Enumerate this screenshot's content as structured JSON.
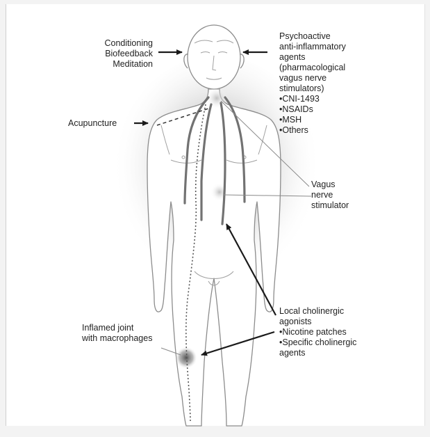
{
  "labels": {
    "conditioning": [
      "Conditioning",
      "Biofeedback",
      "Meditation"
    ],
    "psychoactive": [
      "Psychoactive",
      "anti-inflammatory",
      "agents",
      "(pharmacological",
      "vagus nerve",
      "stimulators)",
      "•CNI-1493",
      "•NSAIDs",
      "•MSH",
      "•Others"
    ],
    "acupuncture": [
      "Acupuncture"
    ],
    "vagus_stimulator": [
      "Vagus",
      "nerve",
      "stimulator"
    ],
    "local_cholinergic": [
      "Local cholinergic",
      "agonists",
      "•Nicotine patches",
      "•Specific cholinergic",
      "agents"
    ],
    "inflamed_joint": [
      "Inflamed joint",
      "with macrophages"
    ]
  },
  "colors": {
    "figure_outline": "#9a9a9a",
    "nerve": "#7a7a7a",
    "arrow": "#1a1a1a",
    "halo": "#bdbdbd",
    "joint_glow": "#6e6e6e"
  }
}
